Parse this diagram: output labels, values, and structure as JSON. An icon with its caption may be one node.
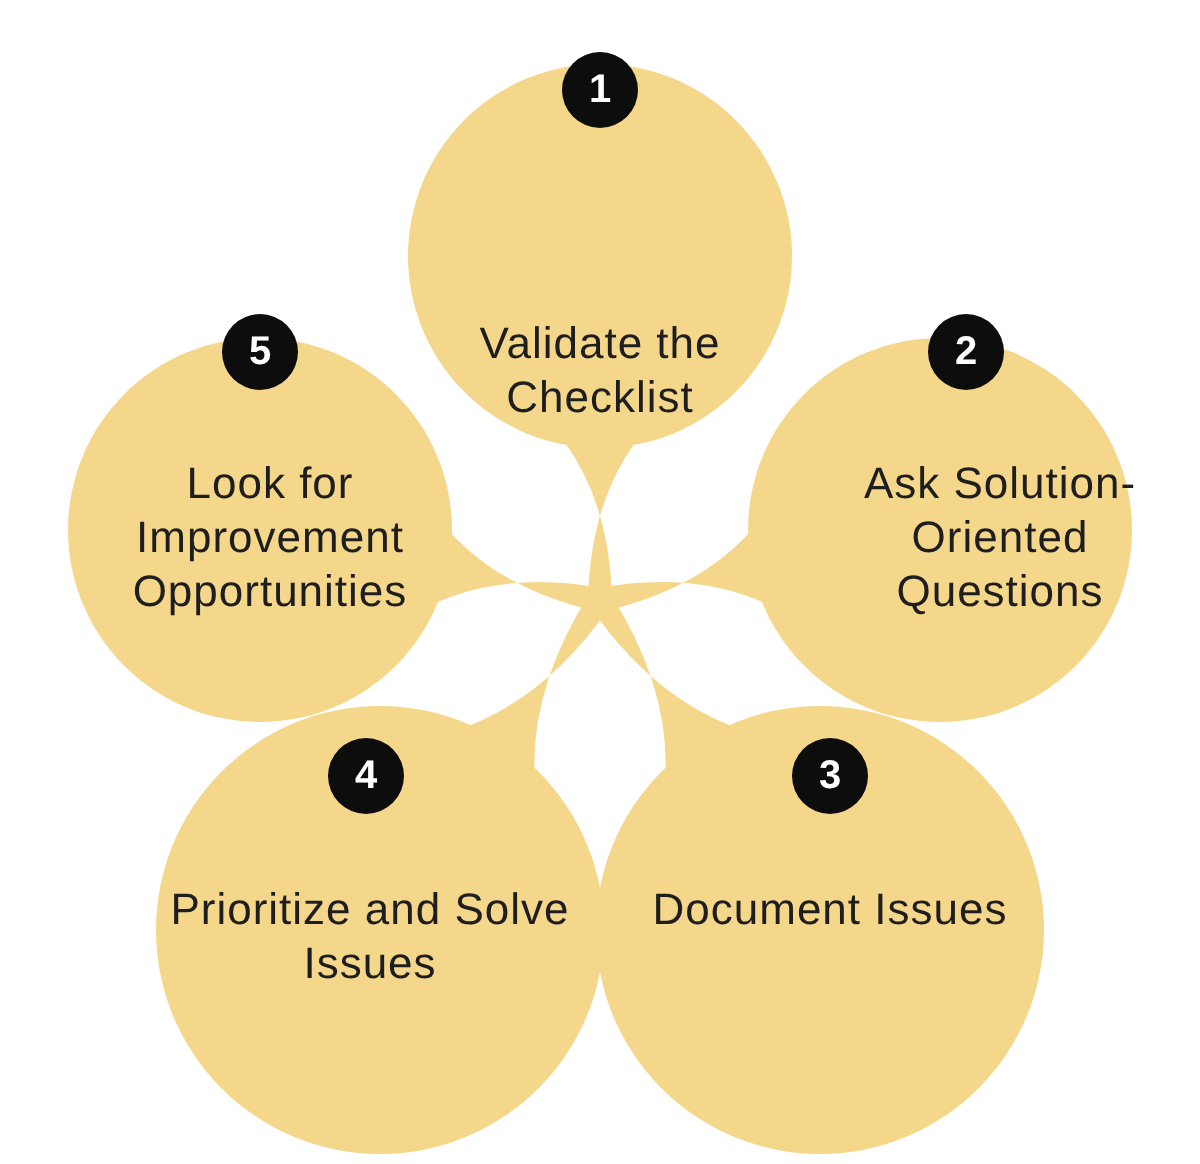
{
  "diagram": {
    "nodes": [
      {
        "text": [
          "1",
          "Validate the Checklist"
        ]
      },
      {
        "text": [
          "2",
          "Ask Solution-Oriented Questions"
        ]
      },
      {
        "text": [
          "3",
          "Document Issues"
        ]
      },
      {
        "text": [
          "4",
          "Prioritize and Solve Issues"
        ]
      },
      {
        "text": [
          "5",
          "Look for Improvement Opportunities"
        ]
      }
    ]
  }
}
